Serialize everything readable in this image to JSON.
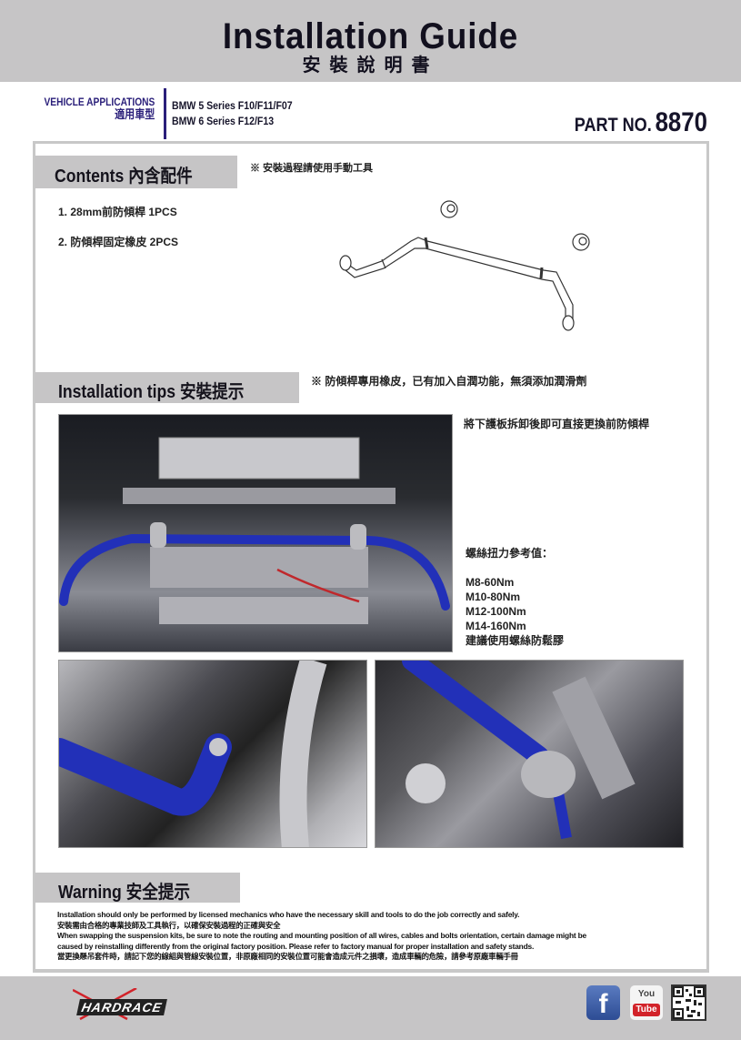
{
  "header": {
    "title_en": "Installation Guide",
    "title_zh": "安裝說明書"
  },
  "vehicle": {
    "label_en": "VEHICLE APPLICATIONS",
    "label_zh": "適用車型",
    "models": [
      "BMW 5 Series F10/F11/F07",
      "BMW 6 Series F12/F13"
    ]
  },
  "part": {
    "label": "PART NO.",
    "number": "8870"
  },
  "contents": {
    "heading": "Contents 內含配件",
    "note": "※ 安裝過程請使用手動工具",
    "items": [
      "1.  28mm前防傾桿 1PCS",
      "2. 防傾桿固定橡皮 2PCS"
    ]
  },
  "tips": {
    "heading": "Installation tips 安裝提示",
    "note": "※  防傾桿專用橡皮，已有加入自潤功能，無須添加潤滑劑",
    "instruction": "將下護板拆卸後即可直接更換前防傾桿",
    "torque_title": "螺絲扭力參考值：",
    "torque_values": [
      "M8-60Nm",
      "M10-80Nm",
      "M12-100Nm",
      "M14-160Nm"
    ],
    "torque_note": "建議使用螺絲防鬆膠"
  },
  "warning": {
    "heading": "Warning 安全提示",
    "lines": [
      "Installation should only be performed by licensed mechanics who have the necessary skill and tools to do the job correctly and safely.",
      "安裝需由合格的專業技師及工具執行，以確保安裝過程的正確與安全",
      "When swapping the suspension kits, be sure to note the routing and mounting position of all wires, cables and bolts orientation, certain damage might be",
      "caused by reinstalling differently from the original factory position. Please refer to factory manual for proper installation and safety stands.",
      "當更換懸吊套件時，請記下您的線組與管線安裝位置，非原廠相同的安裝位置可能會造成元件之損壞，造成車輛的危險，請參考原廠車輛手冊"
    ]
  },
  "footer": {
    "brand": "HARDRACE",
    "facebook_glyph": "f",
    "youtube_top": "You",
    "youtube_bottom": "Tube"
  },
  "colors": {
    "band_gray": "#c6c5c6",
    "accent_navy": "#2a1f7a",
    "bar_blue": "#1f2fb0",
    "logo_red": "#d2232a"
  }
}
